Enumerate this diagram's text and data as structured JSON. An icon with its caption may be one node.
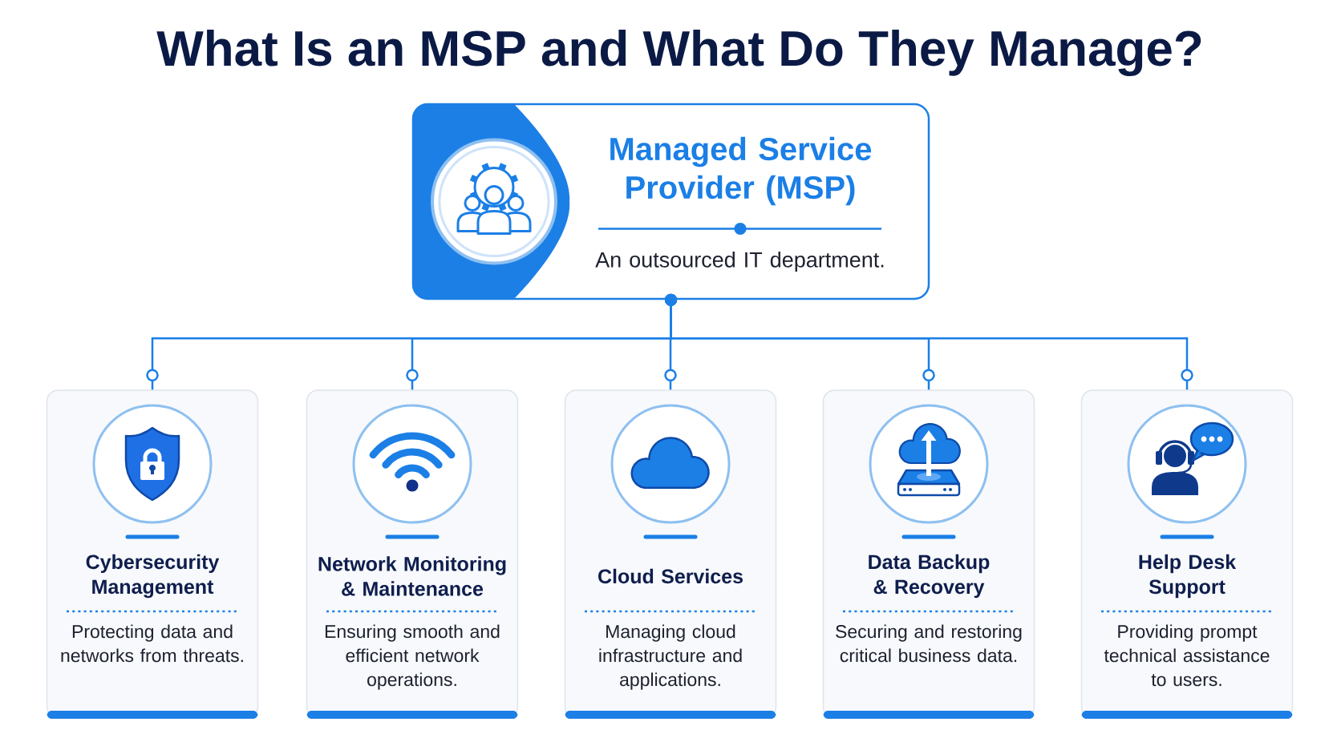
{
  "diagram": {
    "title": "What Is an MSP and What Do They Manage?",
    "nodes": [
      {
        "text": [
          "Managed Service Provider (MSP)",
          "An outsourced IT department."
        ]
      },
      {
        "text": [
          "Cybersecurity Management",
          "Protecting data and networks from threats."
        ]
      },
      {
        "text": [
          "Network Monitoring & Maintenance",
          "Ensuring smooth and efficient network operations."
        ]
      },
      {
        "text": [
          "Cloud Services",
          "Managing cloud infrastructure and applications."
        ]
      },
      {
        "text": [
          "Data Backup & Recovery",
          "Securing and restoring critical business data."
        ]
      },
      {
        "text": [
          "Help Desk Support",
          "Providing prompt technical assistance to users."
        ]
      }
    ],
    "edges": [
      {
        "from": 0,
        "to": 1,
        "arrow": "other"
      },
      {
        "from": 0,
        "to": 2,
        "arrow": "other"
      },
      {
        "from": 0,
        "to": 3,
        "arrow": "other"
      },
      {
        "from": 0,
        "to": 4,
        "arrow": "other"
      },
      {
        "from": 0,
        "to": 5,
        "arrow": "other"
      }
    ]
  }
}
